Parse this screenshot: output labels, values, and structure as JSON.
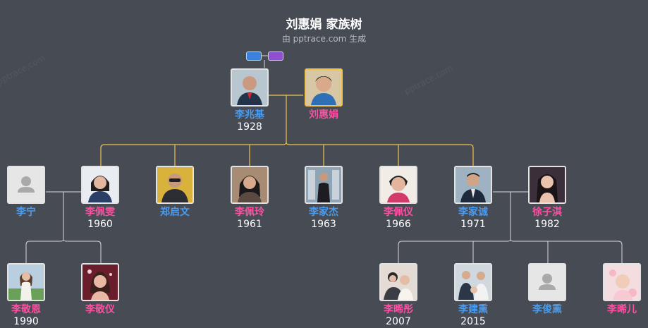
{
  "header": {
    "title": "刘惠娟 家族树",
    "subtitle": "由 pptrace.com 生成",
    "watermark": "pptrace.com"
  },
  "colors": {
    "background": "#464b54",
    "male": "#4a9cf0",
    "female": "#ff4fa2",
    "line_gold": "#f0c24a",
    "line_white": "#d9d9d9"
  },
  "legend_badges": [
    {
      "color": "#3b82e0",
      "icon": "male-badge"
    },
    {
      "color": "#8e4fd0",
      "icon": "female-badge"
    }
  ],
  "people": {
    "li_zhaoji": {
      "name": "李兆基",
      "year": "1928",
      "gender": "m"
    },
    "liu_huijuan": {
      "name": "刘惠娟",
      "year": "",
      "gender": "f"
    },
    "li_ning": {
      "name": "李宁",
      "year": "",
      "gender": "m"
    },
    "li_peiwen": {
      "name": "李佩雯",
      "year": "1960",
      "gender": "f"
    },
    "zheng_qiwen": {
      "name": "郑启文",
      "year": "",
      "gender": "m"
    },
    "li_peiling": {
      "name": "李佩玲",
      "year": "1961",
      "gender": "f"
    },
    "li_jiajie": {
      "name": "李家杰",
      "year": "1963",
      "gender": "m"
    },
    "li_peiyi": {
      "name": "李佩仪",
      "year": "1966",
      "gender": "f"
    },
    "li_jiacheng": {
      "name": "李家诚",
      "year": "1971",
      "gender": "m"
    },
    "xu_ziqi": {
      "name": "徐子淇",
      "year": "1982",
      "gender": "f"
    },
    "li_jingen": {
      "name": "李敬恩",
      "year": "1990",
      "gender": "f"
    },
    "li_jingyi": {
      "name": "李敬仪",
      "year": "",
      "gender": "f"
    },
    "li_xitong": {
      "name": "李晞彤",
      "year": "2007",
      "gender": "f"
    },
    "li_jianxun": {
      "name": "李建熏",
      "year": "2015",
      "gender": "m"
    },
    "li_junxun": {
      "name": "李俊熏",
      "year": "",
      "gender": "m"
    },
    "li_xier": {
      "name": "李晞儿",
      "year": "",
      "gender": "f"
    }
  }
}
